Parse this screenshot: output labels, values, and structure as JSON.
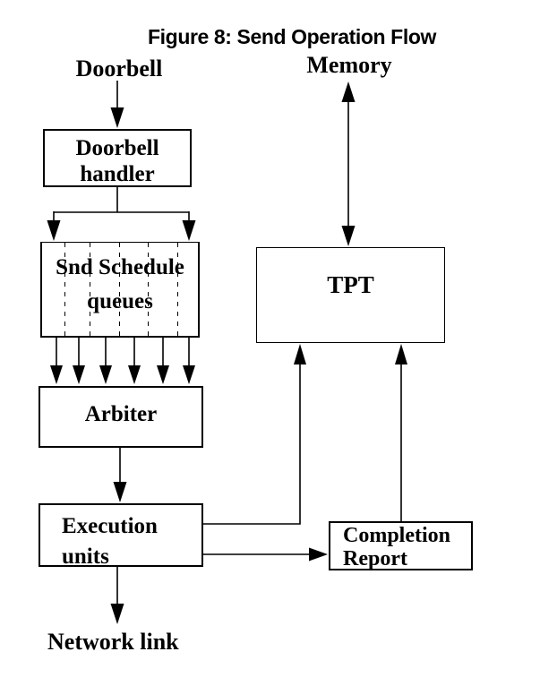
{
  "title": "Figure 8: Send Operation Flow",
  "labels": {
    "doorbell": "Doorbell",
    "memory": "Memory",
    "network_link": "Network link"
  },
  "nodes": {
    "doorbell_handler": {
      "line1": "Doorbell",
      "line2": "handler"
    },
    "snd_schedule_queues": {
      "line1": "Snd Schedule",
      "line2": "queues"
    },
    "arbiter": {
      "label": "Arbiter"
    },
    "tpt": {
      "label": "TPT"
    },
    "execution_units": {
      "line1": "Execution",
      "line2": "units"
    },
    "completion_report": {
      "line1": "Completion",
      "line2": "Report"
    }
  },
  "edges": [
    {
      "from": "Doorbell",
      "to": "Doorbell handler",
      "style": "single-arrow-down"
    },
    {
      "from": "Doorbell handler",
      "to": "Snd Schedule queues",
      "style": "split-into-two-arrows-down"
    },
    {
      "from": "Snd Schedule queues",
      "to": "Arbiter",
      "style": "six-parallel-arrows-down"
    },
    {
      "from": "Arbiter",
      "to": "Execution units",
      "style": "single-arrow-down"
    },
    {
      "from": "Execution units",
      "to": "Network link",
      "style": "single-arrow-down"
    },
    {
      "from": "Memory",
      "to": "TPT",
      "style": "double-headed-vertical-arrow"
    },
    {
      "from": "Execution units",
      "to": "TPT",
      "style": "elbow-arrow-up"
    },
    {
      "from": "Execution units",
      "to": "Completion Report",
      "style": "arrow-right"
    },
    {
      "from": "Completion Report",
      "to": "TPT",
      "style": "arrow-up"
    }
  ],
  "colors": {
    "line": "#000000",
    "text": "#000000",
    "background": "#ffffff"
  },
  "queue_divider_count": 5
}
